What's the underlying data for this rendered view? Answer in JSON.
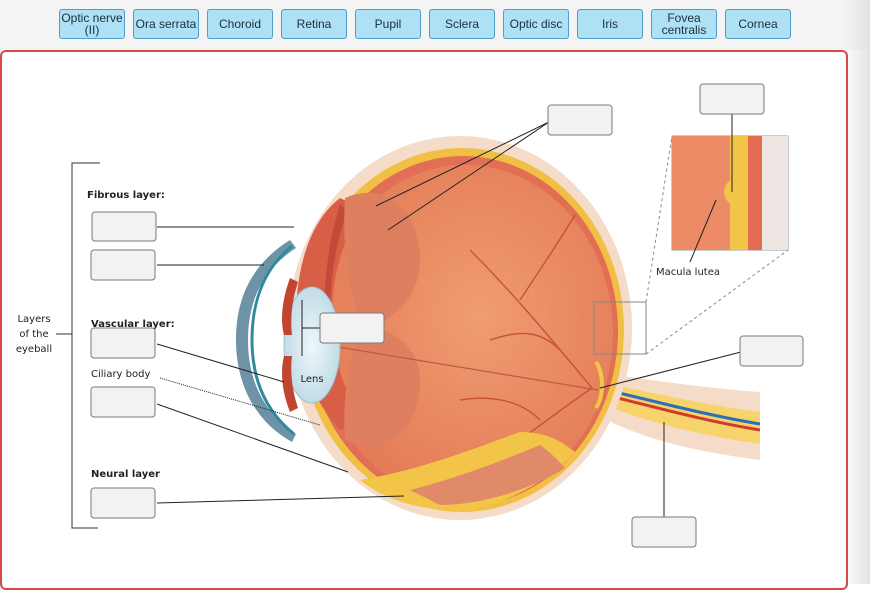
{
  "label_bank": [
    "Optic nerve\n(II)",
    "Ora serrata",
    "Choroid",
    "Retina",
    "Pupil",
    "Sclera",
    "Optic disc",
    "Iris",
    "Fovea\ncentralis",
    "Cornea"
  ],
  "diagram": {
    "layers_title_1": "Layers",
    "layers_title_2": "of the",
    "layers_title_3": "eyeball",
    "fibrous_layer": "Fibrous layer:",
    "vascular_layer": "Vascular layer:",
    "ciliary_body": "Ciliary body",
    "neural_layer": "Neural layer",
    "lens": "Lens",
    "macula_lutea": "Macula lutea"
  },
  "colors": {
    "chip_fill": "#aee1f6",
    "chip_border": "#4d9fc6",
    "panel_border": "#d64a48",
    "sclera": "#f4dcc9",
    "choroid": "#e5735a",
    "vitreous": "#ea8d67",
    "retina_yellow": "#f1c64b",
    "cornea": "#6e93a6"
  }
}
